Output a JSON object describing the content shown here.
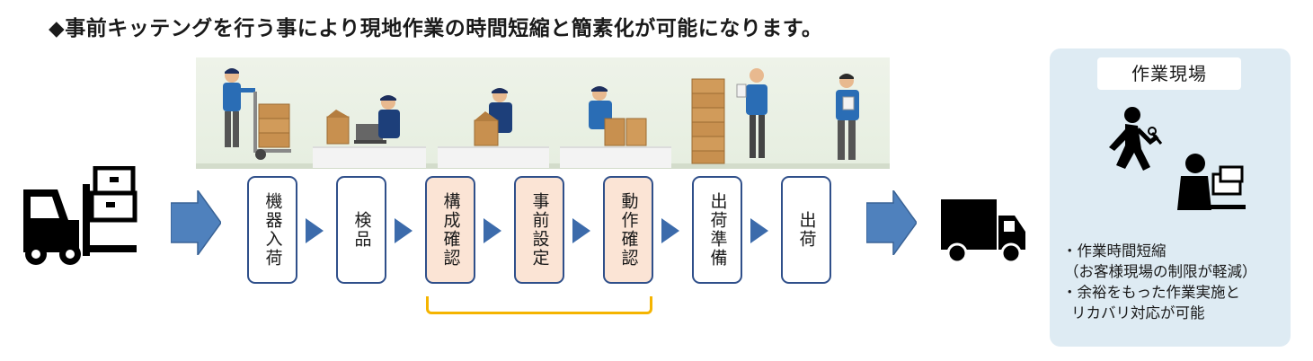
{
  "title": "◆事前キッテングを行う事により現地作業の時間短縮と簡素化が可能になります。",
  "steps": [
    {
      "label": "機器入荷",
      "highlight": false
    },
    {
      "label": "検品",
      "highlight": false
    },
    {
      "label": "構成確認",
      "highlight": true
    },
    {
      "label": "事前設定",
      "highlight": true
    },
    {
      "label": "動作確認",
      "highlight": true
    },
    {
      "label": "出荷準備",
      "highlight": false
    },
    {
      "label": "出荷",
      "highlight": false
    }
  ],
  "site_panel": {
    "title": "作業現場",
    "lines": [
      "・作業時間短縮",
      "（お客様現場の制限が軽減）",
      "・余裕をもった作業実施と",
      "リカバリ対応が可能"
    ]
  },
  "icons": [
    "forklift-icon",
    "truck-icon",
    "walking-worker-icon",
    "computer-worker-icon"
  ],
  "colors": {
    "arrow": "#4f81bd",
    "step_border": "#2f4f8a",
    "highlight_fill": "#fbe4d5",
    "bracket": "#f5b400",
    "panel_bg": "#deebf3"
  }
}
